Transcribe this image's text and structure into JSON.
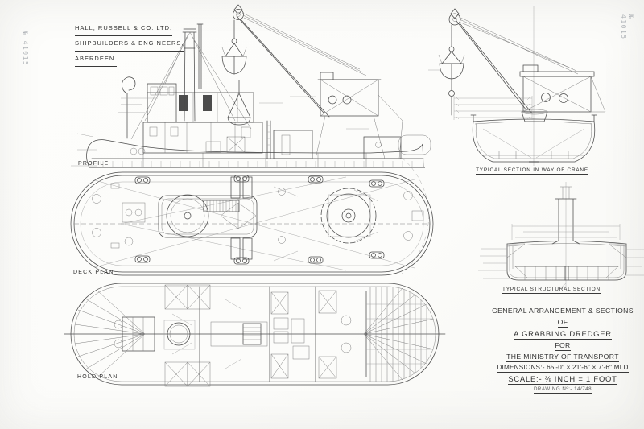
{
  "sheet": {
    "paper_color": "#fcfcfa",
    "ink_color": "#4a4a4a",
    "stamp_color": "#b2b6ba"
  },
  "company_block": {
    "line1": "HALL, RUSSELL & CO. LTD.",
    "line2": "SHIPBUILDERS & ENGINEERS,",
    "line3": "ABERDEEN."
  },
  "stamps": {
    "left": "№ 41015",
    "right": "№ 41015"
  },
  "view_labels": {
    "profile": "PROFILE",
    "deck_plan": "DECK PLAN",
    "hold_plan": "HOLD PLAN",
    "crane_section": "TYPICAL SECTION IN WAY OF CRANE",
    "structural_section": "TYPICAL STRUCTURAL SECTION"
  },
  "title_block": {
    "title_line1": "GENERAL ARRANGEMENT & SECTIONS",
    "title_line2": "OF",
    "title_line3": "A GRABBING DREDGER",
    "title_line4": "FOR",
    "title_line5": "THE MINISTRY OF TRANSPORT",
    "dimensions": "DIMENSIONS:- 65′-0″ × 21′-6″ × 7′-6″ MLD",
    "scale": "SCALE:- ⅜ INCH = 1 FOOT",
    "drawing_no": "DRAWING Nº:- 14/748"
  }
}
